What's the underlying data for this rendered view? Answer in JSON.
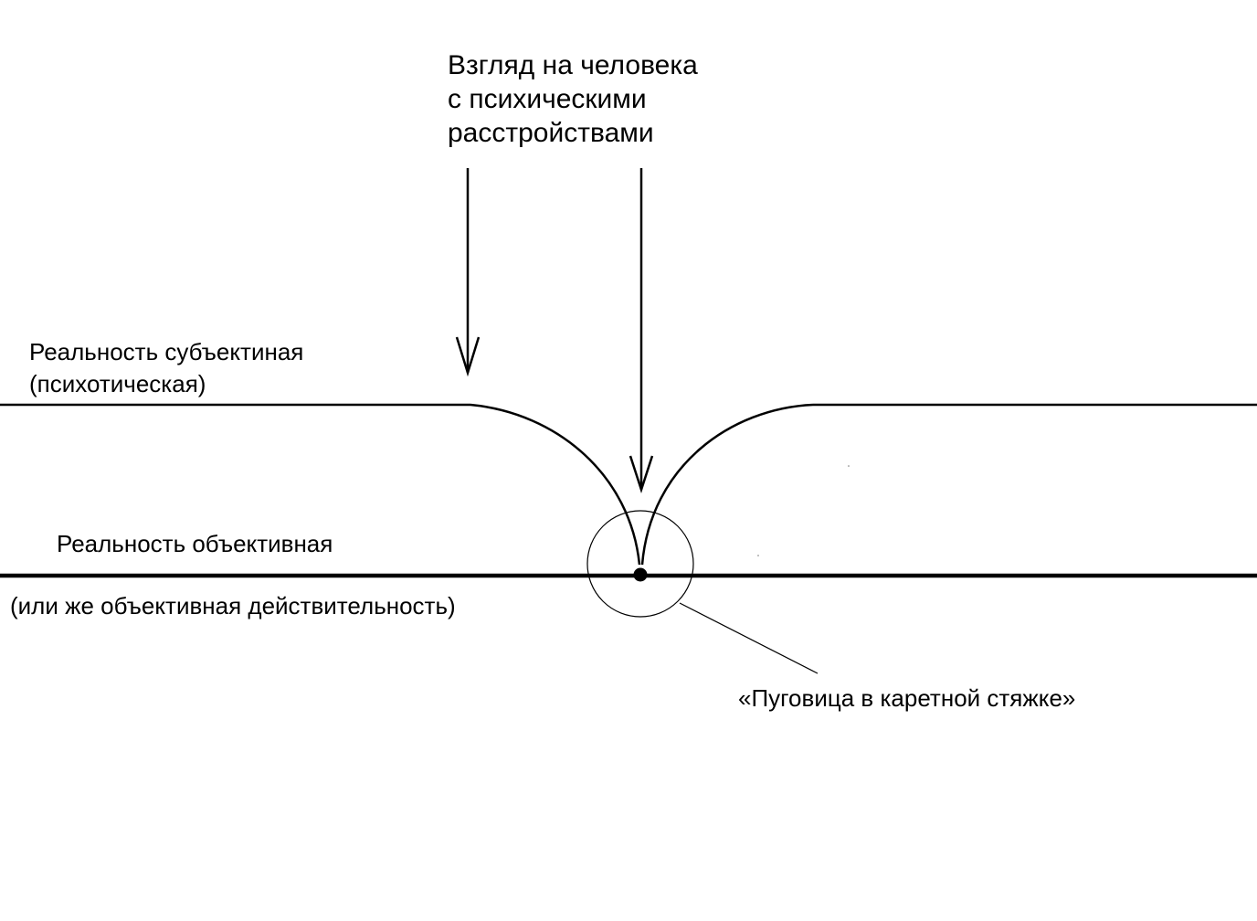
{
  "title_lines": [
    "Взгляд на человека",
    "с психическими",
    "расстройствами"
  ],
  "subjective_lines": [
    "Реальность субъектиная",
    "(психотическая)"
  ],
  "objective_label": "Реальность объективная",
  "objective_sublabel": "(или же объективная действительность)",
  "button_label": "«Пуговица в каретной стяжке»",
  "colors": {
    "stroke": "#000000",
    "background": "#ffffff"
  }
}
